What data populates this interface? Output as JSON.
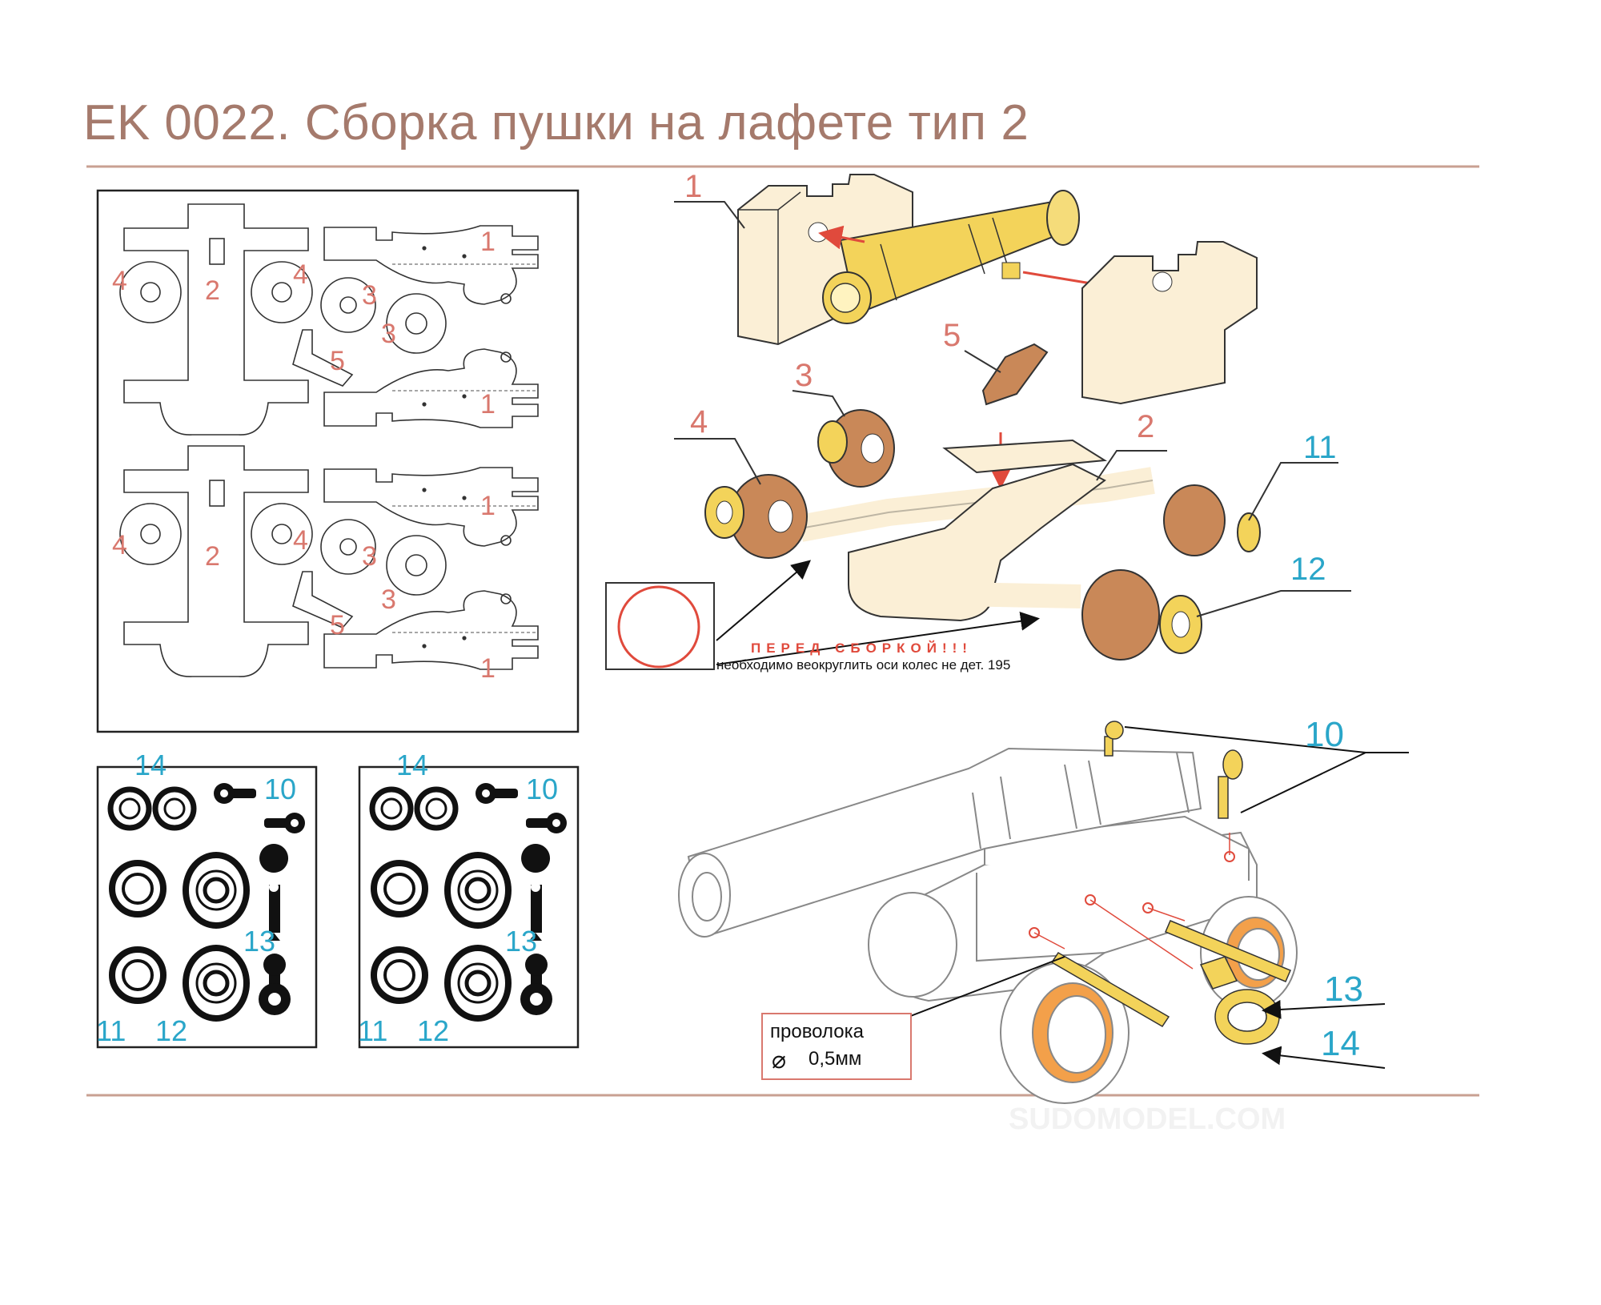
{
  "title": "EK 0022. Сборка пушки на лафете тип 2",
  "colors": {
    "accent_rule": "#c9a092",
    "label_red": "#d9786e",
    "label_blue": "#2aa6c9",
    "wood_light": "#fbefd6",
    "wood_brown": "#c98858",
    "brass": "#f3d35a",
    "arrow_red": "#e04a3c"
  },
  "sheet_labels": {
    "p1": "1",
    "p2": "2",
    "p3": "3",
    "p4": "4",
    "p5": "5"
  },
  "pe_labels": {
    "p10": "10",
    "p11": "11",
    "p12": "12",
    "p13": "13",
    "p14": "14"
  },
  "exploded_labels": {
    "l1": "1",
    "l2": "2",
    "l3": "3",
    "l4": "4",
    "l5": "5",
    "l11": "11",
    "l12": "12"
  },
  "note": {
    "heading": "ПЕРЕД СБОРКОЙ!!!",
    "text": "необходимо веокруглить оси колес не дет. 195"
  },
  "assembly_labels": {
    "l10": "10",
    "l13": "13",
    "l14": "14"
  },
  "wire_note": {
    "label": "проволока",
    "size": "0,5мм",
    "diameter_symbol": "⌀"
  },
  "watermark": "SUDOMODEL.COM"
}
